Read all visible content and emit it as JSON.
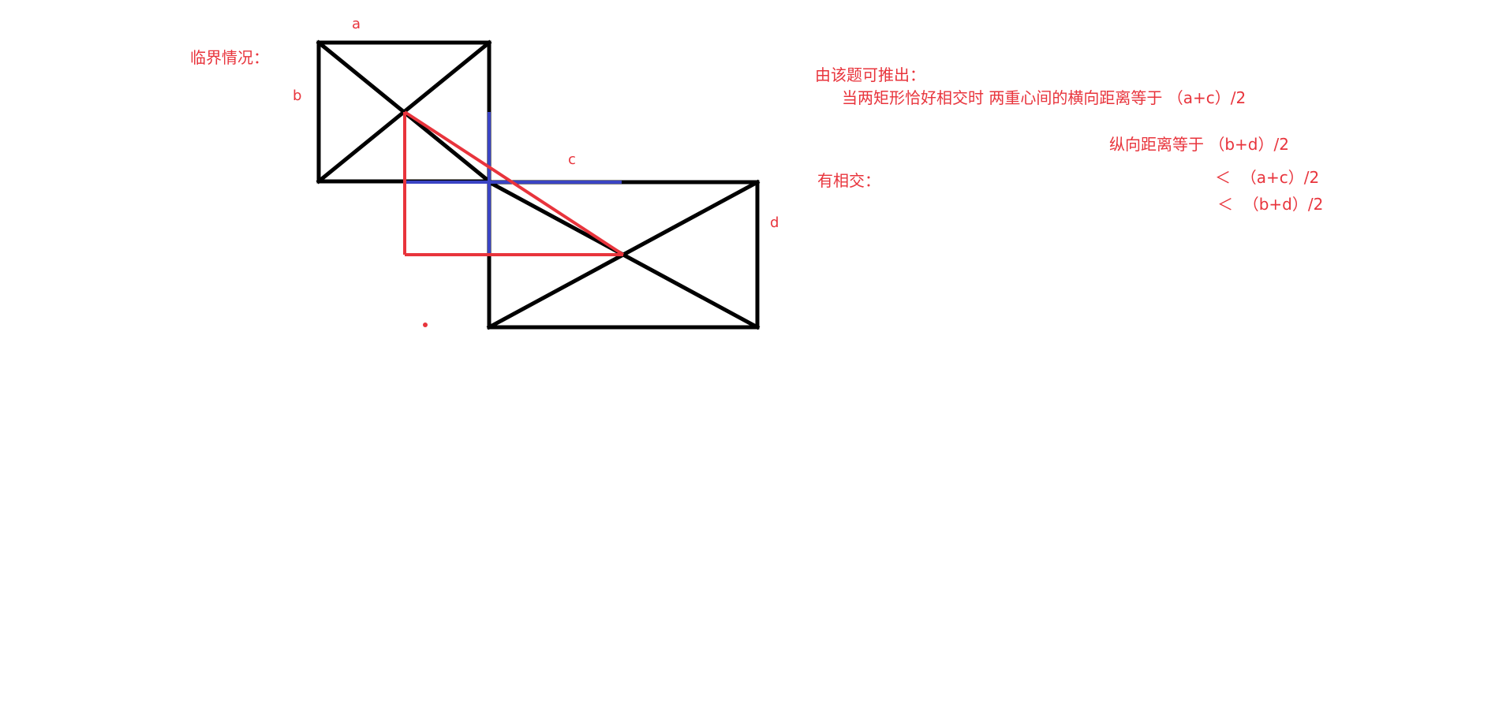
{
  "diagram": {
    "heading": "临界情况：",
    "edge_labels": {
      "a": "a",
      "b": "b",
      "c": "c",
      "d": "d"
    }
  },
  "notes": {
    "intro": "由该题可推出：",
    "line1": "当两矩形恰好相交时 两重心间的横向距离等于 （a+c）/2",
    "line2": "纵向距离等于 （b+d）/2",
    "intersect_label": "有相交：",
    "cond1": "＜  （a+c）/2",
    "cond2": "＜  （b+d）/2"
  },
  "colors": {
    "annotation_red": "#e8343c",
    "outline_black": "#000000",
    "guide_blue": "#3a44c4",
    "background": "#ffffff"
  }
}
